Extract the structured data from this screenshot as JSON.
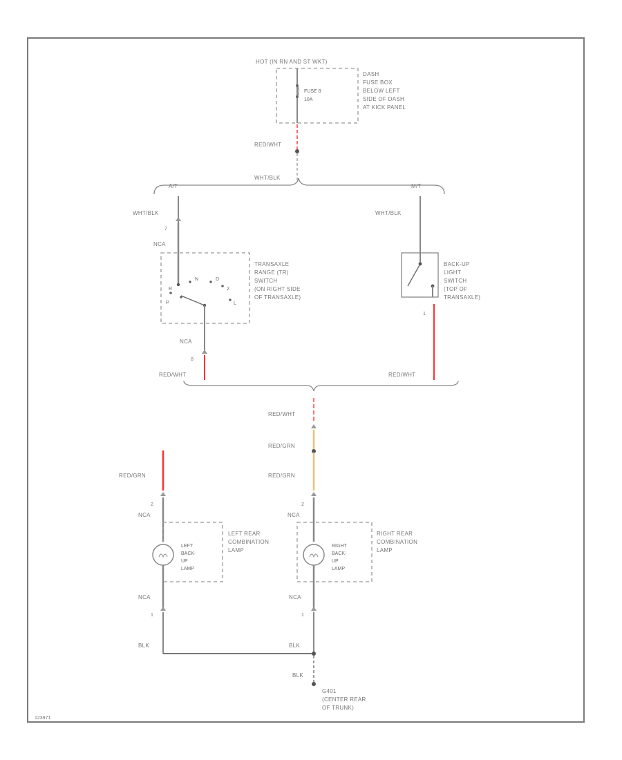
{
  "power_source": {
    "label": "HOT (IN RN AND ST WKT)",
    "component_desc": [
      "DASH",
      "FUSE BOX",
      "BELOW LEFT",
      "SIDE OF DASH",
      "AT KICK PANEL"
    ],
    "fuse_name": "FUSE 8",
    "fuse_rating": "10A"
  },
  "wires": {
    "red_wht_1": "RED/WHT",
    "wht_blk_main": "WHT/BLK",
    "wht_blk_at": "WHT/BLK",
    "wht_blk_mt": "WHT/BLK",
    "red_wht_at": "RED/WHT",
    "red_wht_mt": "RED/WHT",
    "red_wht_combined": "RED/WHT",
    "red_grn_splice": "RED/GRN",
    "red_grn_left": "RED/GRN",
    "red_grn_right": "RED/GRN",
    "blk_left": "BLK",
    "blk_right": "BLK",
    "blk_ground": "BLK"
  },
  "branches": {
    "at": "A/T",
    "mt": "M/T"
  },
  "connectors": {
    "nca": "NCA",
    "pin_7": "7",
    "pin_8": "8",
    "pin_1": "1",
    "pin_2": "2"
  },
  "transaxle_switch": {
    "desc": [
      "TRANSAXLE",
      "RANGE (TR)",
      "SWITCH",
      "(ON RIGHT SIDE",
      "OF TRANSAXLE)"
    ],
    "positions": {
      "r": "R",
      "n": "N",
      "d": "D",
      "p": "P",
      "two": "2",
      "l": "L"
    }
  },
  "backup_switch": {
    "desc": [
      "BACK-UP",
      "LIGHT",
      "SWITCH",
      "(TOP OF",
      "TRANSAXLE)"
    ]
  },
  "left_lamp": {
    "inner": [
      "LEFT",
      "BACK-",
      "UP",
      "LAMP"
    ],
    "desc": [
      "LEFT REAR",
      "COMBINATION",
      "LAMP"
    ]
  },
  "right_lamp": {
    "inner": [
      "RIGHT",
      "BACK-",
      "UP",
      "LAMP"
    ],
    "desc": [
      "RIGHT REAR",
      "COMBINATION",
      "LAMP"
    ]
  },
  "ground": {
    "name": "G401",
    "desc": [
      "(CENTER REAR",
      "OF TRUNK)"
    ]
  },
  "footer_code": "123971",
  "colors": {
    "frame": "#7a7a7a",
    "wire": "#888888",
    "wire_red": "#ff2a2a",
    "wire_tan": "#e8c07a",
    "text": "#777777"
  }
}
